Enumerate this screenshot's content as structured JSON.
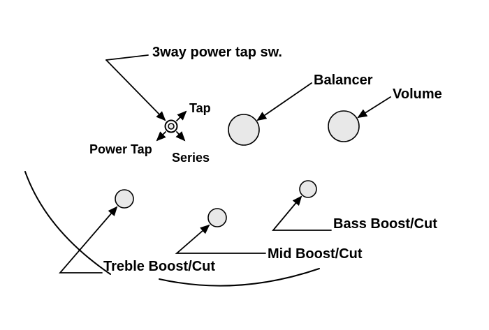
{
  "diagram": {
    "colors": {
      "background": "#ffffff",
      "line": "#000000",
      "knob_fill": "#e8e8e8"
    },
    "labels": {
      "switch_title": "3way power tap sw.",
      "tap": "Tap",
      "power_tap": "Power Tap",
      "series": "Series",
      "balancer": "Balancer",
      "volume": "Volume",
      "bass": "Bass Boost/Cut",
      "mid": "Mid Boost/Cut",
      "treble": "Treble Boost/Cut"
    }
  }
}
